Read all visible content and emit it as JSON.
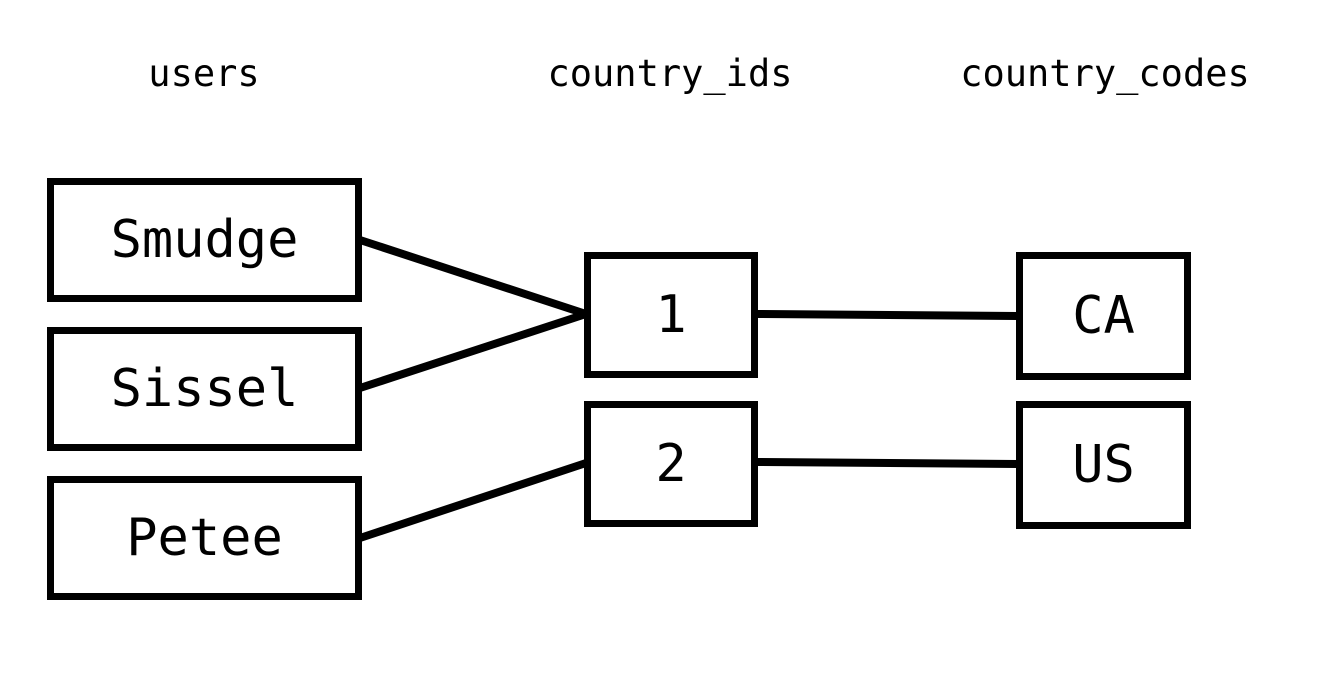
{
  "headers": {
    "users": "users",
    "country_ids": "country_ids",
    "country_codes": "country_codes"
  },
  "users": [
    "Smudge",
    "Sissel",
    "Petee"
  ],
  "country_ids": [
    "1",
    "2"
  ],
  "country_codes": [
    "CA",
    "US"
  ],
  "links": [
    {
      "from": "Smudge",
      "to": "1"
    },
    {
      "from": "Sissel",
      "to": "1"
    },
    {
      "from": "Petee",
      "to": "2"
    },
    {
      "from": "1",
      "to": "CA"
    },
    {
      "from": "2",
      "to": "US"
    }
  ],
  "colors": {
    "line": "#000000",
    "background": "#ffffff"
  }
}
